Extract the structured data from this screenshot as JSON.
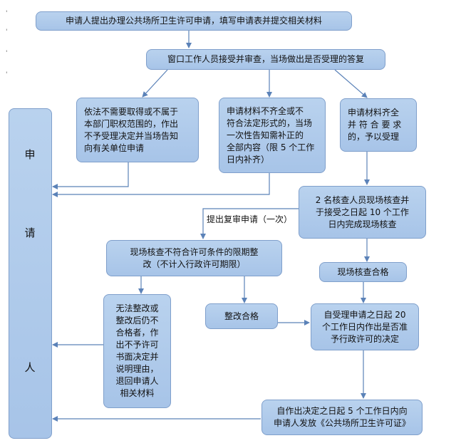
{
  "nodes": {
    "apply": "申请人提出办理公共场所卫生许可申请，填写申请表并提交相关材料",
    "window_review": "窗口工作人员接受并审查，当场做出是否受理的答复",
    "not_accept": "依法不需要取得或不属于\n本部门职权范围的，作出\n不予受理决定并当场告知\n向有关单位申请",
    "incomplete": "申请材料不齐全或不\n符合法定形式的，当场\n一次性告知需补正的\n全部内容（限 5 个工作\n日内补齐）",
    "complete": "申请材料齐全\n并 符 合 要 求\n的，予以受理",
    "site_check": "2 名核查人员现场核查并\n于接受之日起 10 个工作\n日内完成现场核查",
    "site_fail": "现场核查不符合许可条件的限期整\n改（不计入行政许可期限）",
    "site_pass": "现场核查合格",
    "cannot_fix": "无法整改或\n整改后仍不\n合格者，作\n出不予许可\n书面决定并\n说明理由，\n退回申请人\n相关材料",
    "fixed_pass": "整改合格",
    "decision": "自受理申请之日起 20\n个工作日内作出是否准\n予行政许可的决定",
    "issue": "自作出决定之日起 5 个工作日内向\n申请人发放《公共场所卫生许可证》"
  },
  "side_label": [
    "申",
    "请",
    "人"
  ],
  "edge_label": "提出复审申请（一次）",
  "colors": {
    "box_fill": "#b0cbeb",
    "box_border": "#7f9fcb",
    "arrow": "#5b82b8"
  }
}
